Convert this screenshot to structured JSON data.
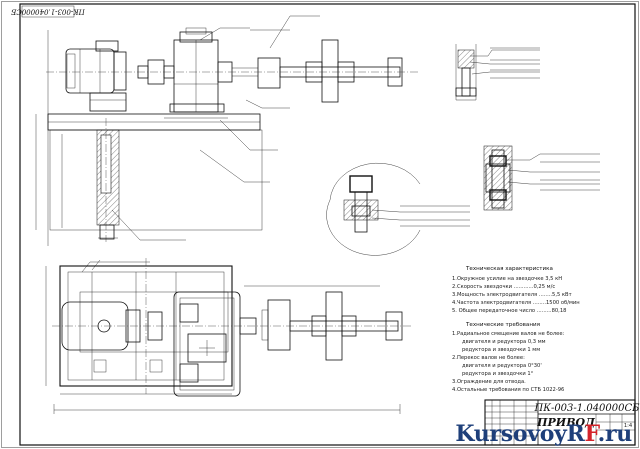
{
  "corner_stamp": "ПК-003-1.040000СБ",
  "title_block": {
    "code": "ПК-003-1.040000СБ",
    "name": "ПРИВОД",
    "scale": "1:4"
  },
  "tech_spec": {
    "title": "Техническая характеристика",
    "lines": [
      "1.Окружное усилие на звездочке 3,5 кН",
      "2.Скорость звездочки ............0,25 м/с",
      "3.Мощность электродвигателя ........5,5 кВт",
      "4.Частота электродвигателя ........1500 об/мин",
      "5. Общее передаточное число .........80,18"
    ]
  },
  "tech_req": {
    "title": "Технические требования",
    "lines": [
      "1.Радиальное смещение валов не более:",
      "двигателя и редуктора 0,3 мм",
      "редуктора и звездочки 1 мм",
      "2.Перекос валов не более:",
      "двигателя и редуктора 0°30'",
      "редуктора и звездочки 1°",
      "3.Ограждение для отвода.",
      "4.Остальные требования по СТБ 1022-96"
    ]
  },
  "watermark": {
    "part1": "KursovoyR",
    "part2": "F",
    "part3": ".ru"
  }
}
